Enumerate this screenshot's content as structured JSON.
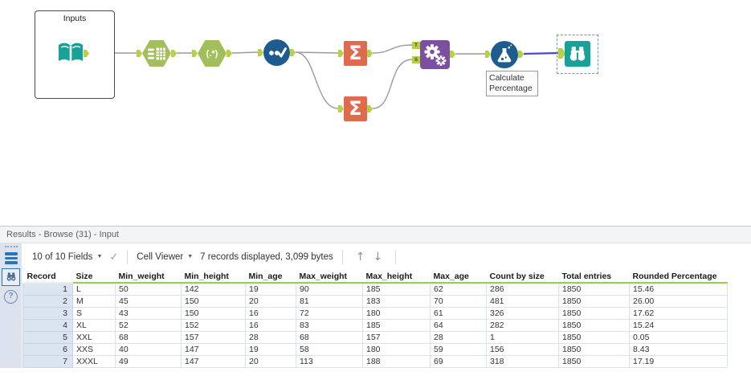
{
  "workflow": {
    "container_label": "Inputs",
    "annotation_label": "Calculate Percentage",
    "anchor_labels": {
      "target": "T",
      "source": "S"
    },
    "icons": {
      "regex_glyph": "(.*)",
      "summarize_glyph": "Σ",
      "help_glyph": "?"
    }
  },
  "results": {
    "title": "Results - Browse (31) - Input",
    "toolbar": {
      "fields_selector": "10 of 10 Fields",
      "caret": "▼",
      "checkmark": "✓",
      "cell_viewer": "Cell Viewer",
      "records_info": "7 records displayed, 3,099 bytes",
      "up_arrow": "↑",
      "down_arrow": "↓"
    },
    "table": {
      "columns": [
        "Record",
        "Size",
        "Min_weight",
        "Min_height",
        "Min_age",
        "Max_weight",
        "Max_height",
        "Max_age",
        "Count by size",
        "Total entries",
        "Rounded Percentage"
      ],
      "rows": [
        [
          "1",
          "L",
          "50",
          "142",
          "19",
          "90",
          "185",
          "62",
          "286",
          "1850",
          "15.46"
        ],
        [
          "2",
          "M",
          "45",
          "150",
          "20",
          "81",
          "183",
          "70",
          "481",
          "1850",
          "26.00"
        ],
        [
          "3",
          "S",
          "43",
          "150",
          "16",
          "72",
          "180",
          "61",
          "326",
          "1850",
          "17.62"
        ],
        [
          "4",
          "XL",
          "52",
          "152",
          "16",
          "83",
          "185",
          "64",
          "282",
          "1850",
          "15.24"
        ],
        [
          "5",
          "XXL",
          "68",
          "157",
          "28",
          "68",
          "157",
          "28",
          "1",
          "1850",
          "0.05"
        ],
        [
          "6",
          "XXS",
          "40",
          "147",
          "19",
          "58",
          "180",
          "59",
          "156",
          "1850",
          "8.43"
        ],
        [
          "7",
          "XXXL",
          "49",
          "147",
          "20",
          "113",
          "188",
          "69",
          "318",
          "1850",
          "17.19"
        ]
      ]
    }
  },
  "colors": {
    "teal": "#16A296",
    "tool_green": "#A3BE5C",
    "anchor_green": "#B6D143",
    "tool_blue": "#1E5C8F",
    "tool_orange": "#E06A4D",
    "tool_purple": "#7C4FA0",
    "wire_gray": "#9A9A9A",
    "wire_selected": "#4646E0",
    "selection_blue": "#5B9BD5",
    "header_underline": "#92D050"
  }
}
